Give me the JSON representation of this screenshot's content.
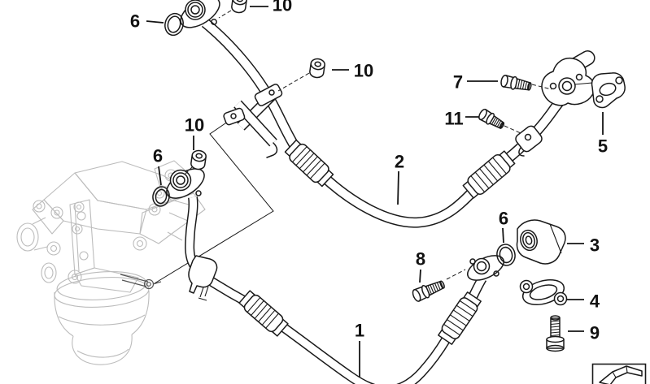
{
  "diagram": {
    "background": "#ffffff",
    "line_color": "#1a1a1a",
    "ghost_color": "#bcbcbc",
    "callouts": {
      "c1": "1",
      "c2": "2",
      "c3": "3",
      "c4": "4",
      "c5": "5",
      "c6_top": "6",
      "c6_mid": "6",
      "c6_right": "6",
      "c7": "7",
      "c8": "8",
      "c9": "9",
      "c10_top": "10",
      "c10_mid": "10",
      "c10_right": "10",
      "c11": "11"
    },
    "icons": {
      "direction_pictogram": "3d-arrow"
    }
  }
}
